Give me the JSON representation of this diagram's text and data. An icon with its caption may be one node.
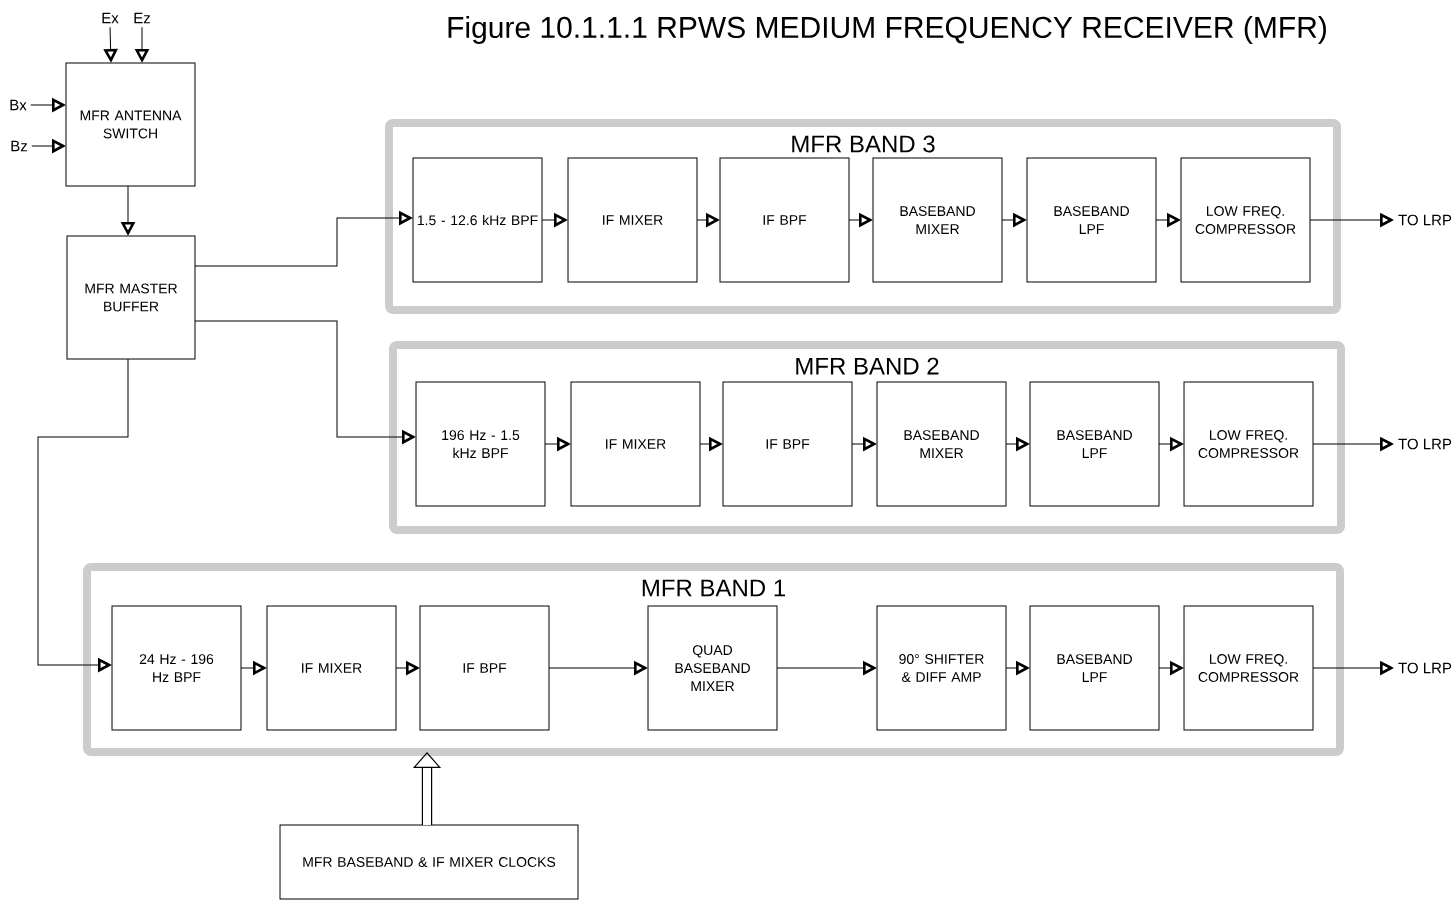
{
  "diagram": {
    "title": "Figure 10.1.1.1  RPWS MEDIUM FREQUENCY RECEIVER (MFR)",
    "nodes": [
      {
        "text": [
          "Ex"
        ]
      },
      {
        "text": [
          "Ez"
        ]
      },
      {
        "text": [
          "Bx"
        ]
      },
      {
        "text": [
          "Bz"
        ]
      },
      {
        "text": [
          "MFR ANTENNA SWITCH"
        ]
      },
      {
        "text": [
          "MFR MASTER BUFFER"
        ]
      },
      {
        "text": [
          "MFR BAND 3"
        ]
      },
      {
        "text": [
          "1.5 - 12.6 kHz BPF"
        ],
        "in": 6
      },
      {
        "text": [
          "IF MIXER"
        ],
        "in": 6
      },
      {
        "text": [
          "IF BPF"
        ],
        "in": 6
      },
      {
        "text": [
          "BASEBAND MIXER"
        ],
        "in": 6
      },
      {
        "text": [
          "BASEBAND LPF"
        ],
        "in": 6
      },
      {
        "text": [
          "LOW FREQ. COMPRESSOR"
        ],
        "in": 6
      },
      {
        "text": [
          "TO LRP"
        ]
      },
      {
        "text": [
          "MFR BAND 2"
        ]
      },
      {
        "text": [
          "196 Hz - 1.5 kHz BPF"
        ],
        "in": 14
      },
      {
        "text": [
          "IF MIXER"
        ],
        "in": 14
      },
      {
        "text": [
          "IF BPF"
        ],
        "in": 14
      },
      {
        "text": [
          "BASEBAND MIXER"
        ],
        "in": 14
      },
      {
        "text": [
          "BASEBAND LPF"
        ],
        "in": 14
      },
      {
        "text": [
          "LOW FREQ. COMPRESSOR"
        ],
        "in": 14
      },
      {
        "text": [
          "TO LRP"
        ]
      },
      {
        "text": [
          "MFR BAND 1"
        ]
      },
      {
        "text": [
          "24 Hz - 196 Hz BPF"
        ],
        "in": 22
      },
      {
        "text": [
          "IF MIXER"
        ],
        "in": 22
      },
      {
        "text": [
          "IF BPF"
        ],
        "in": 22
      },
      {
        "text": [
          "QUAD BASEBAND MIXER"
        ],
        "in": 22
      },
      {
        "text": [
          "90° SHIFTER & DIFF AMP"
        ],
        "in": 22
      },
      {
        "text": [
          "BASEBAND LPF"
        ],
        "in": 22
      },
      {
        "text": [
          "LOW FREQ. COMPRESSOR"
        ],
        "in": 22
      },
      {
        "text": [
          "TO LRP"
        ]
      },
      {
        "text": [
          "MFR BASEBAND & IF MIXER CLOCKS"
        ]
      }
    ],
    "edges": [
      {
        "from": 0,
        "to": 4,
        "arrow": "to"
      },
      {
        "from": 1,
        "to": 4,
        "arrow": "to"
      },
      {
        "from": 2,
        "to": 4,
        "arrow": "to"
      },
      {
        "from": 3,
        "to": 4,
        "arrow": "to"
      },
      {
        "from": 4,
        "to": 5,
        "arrow": "to"
      },
      {
        "from": 5,
        "to": 7,
        "arrow": "to"
      },
      {
        "from": 5,
        "to": 15,
        "arrow": "to"
      },
      {
        "from": 5,
        "to": 23,
        "arrow": "to"
      },
      {
        "from": 7,
        "to": 8,
        "arrow": "to"
      },
      {
        "from": 8,
        "to": 9,
        "arrow": "to"
      },
      {
        "from": 9,
        "to": 10,
        "arrow": "to"
      },
      {
        "from": 10,
        "to": 11,
        "arrow": "to"
      },
      {
        "from": 11,
        "to": 12,
        "arrow": "to"
      },
      {
        "from": 12,
        "to": 13,
        "arrow": "to"
      },
      {
        "from": 15,
        "to": 16,
        "arrow": "to"
      },
      {
        "from": 16,
        "to": 17,
        "arrow": "to"
      },
      {
        "from": 17,
        "to": 18,
        "arrow": "to"
      },
      {
        "from": 18,
        "to": 19,
        "arrow": "to"
      },
      {
        "from": 19,
        "to": 20,
        "arrow": "to"
      },
      {
        "from": 20,
        "to": 21,
        "arrow": "to"
      },
      {
        "from": 23,
        "to": 24,
        "arrow": "to"
      },
      {
        "from": 24,
        "to": 25,
        "arrow": "to"
      },
      {
        "from": 25,
        "to": 26,
        "arrow": "to"
      },
      {
        "from": 26,
        "to": 27,
        "arrow": "to"
      },
      {
        "from": 27,
        "to": 28,
        "arrow": "to"
      },
      {
        "from": 28,
        "to": 29,
        "arrow": "to"
      },
      {
        "from": 29,
        "to": 30,
        "arrow": "to"
      },
      {
        "from": 31,
        "to": 22,
        "arrow": "to",
        "style": "thick"
      }
    ]
  }
}
